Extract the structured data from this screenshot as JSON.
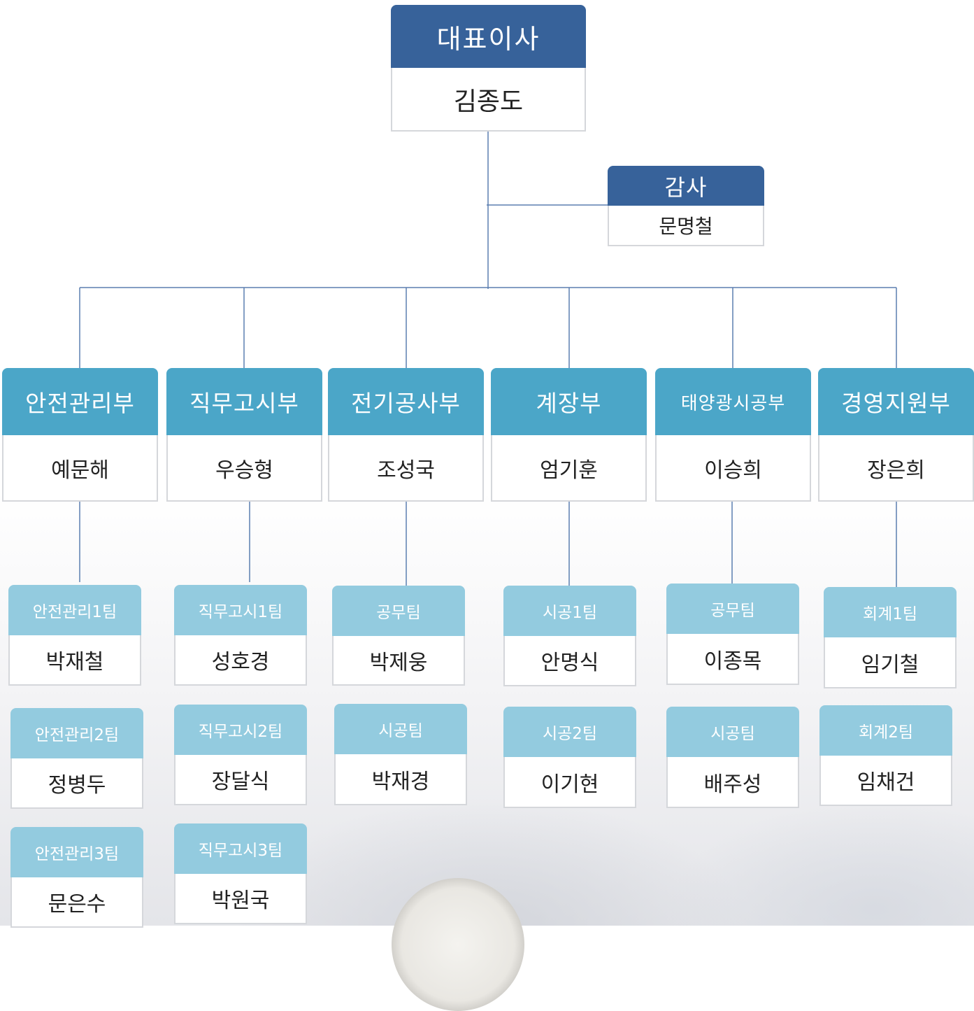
{
  "ceo": {
    "title": "대표이사",
    "name": "김종도"
  },
  "auditor": {
    "title": "감사",
    "name": "문명철"
  },
  "departments": [
    {
      "title": "안전관리부",
      "head": "예문해"
    },
    {
      "title": "직무고시부",
      "head": "우승형"
    },
    {
      "title": "전기공사부",
      "head": "조성국"
    },
    {
      "title": "계장부",
      "head": "엄기훈"
    },
    {
      "title": "태양광시공부",
      "head": "이승희"
    },
    {
      "title": "경영지원부",
      "head": "장은희"
    }
  ],
  "teams": [
    [
      {
        "title": "안전관리1팀",
        "name": "박재철"
      },
      {
        "title": "안전관리2팀",
        "name": "정병두"
      },
      {
        "title": "안전관리3팀",
        "name": "문은수"
      }
    ],
    [
      {
        "title": "직무고시1팀",
        "name": "성호경"
      },
      {
        "title": "직무고시2팀",
        "name": "장달식"
      },
      {
        "title": "직무고시3팀",
        "name": "박원국"
      }
    ],
    [
      {
        "title": "공무팀",
        "name": "박제웅"
      },
      {
        "title": "시공팀",
        "name": "박재경"
      }
    ],
    [
      {
        "title": "시공1팀",
        "name": "안명식"
      },
      {
        "title": "시공2팀",
        "name": "이기현"
      }
    ],
    [
      {
        "title": "공무팀",
        "name": "이종목"
      },
      {
        "title": "시공팀",
        "name": "배주성"
      }
    ],
    [
      {
        "title": "회계1팀",
        "name": "임기철"
      },
      {
        "title": "회계2팀",
        "name": "임채건"
      }
    ]
  ],
  "colors": {
    "ceo_header": "#37629a",
    "dept_header": "#4ba6c8",
    "team_header": "#93cbdf",
    "connector": "#5b7fb0"
  }
}
